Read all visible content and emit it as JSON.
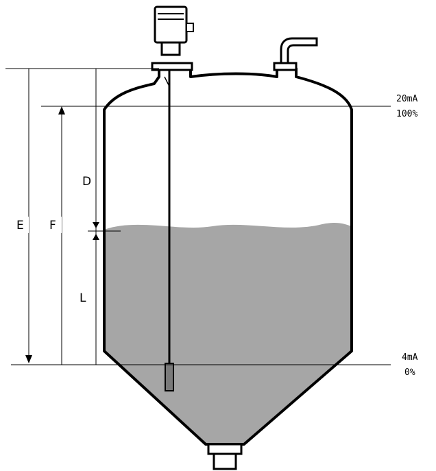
{
  "dimensions": {
    "E": "E",
    "F": "F",
    "D": "D",
    "L": "L"
  },
  "markers": {
    "top_current": "20mA",
    "top_percent": "100%",
    "bottom_current": "4mA",
    "bottom_percent": "0%"
  },
  "colors": {
    "liquid": "#a6a6a6",
    "outline": "#000000",
    "background": "#ffffff"
  }
}
